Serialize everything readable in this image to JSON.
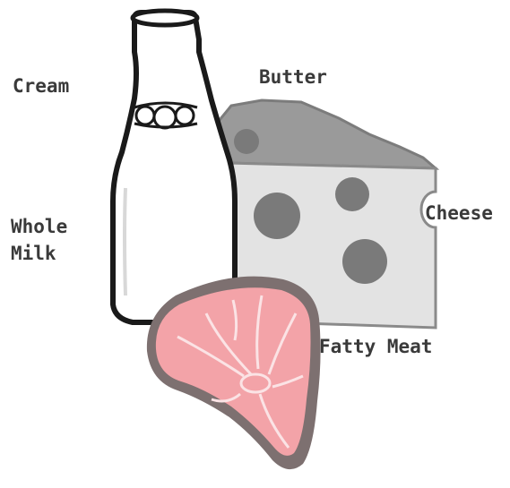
{
  "labels": {
    "cream": "Cream",
    "butter": "Butter",
    "whole_milk_line1": "Whole",
    "whole_milk_line2": "Milk",
    "cheese": "Cheese",
    "fatty_meat": "Fatty Meat"
  },
  "colors": {
    "outline": "#1a1a1a",
    "cheese_face": "#e3e3e3",
    "cheese_top": "#9a9a9a",
    "cheese_holes": "#7a7a7a",
    "meat_fill": "#f3a3a8",
    "meat_border": "#7d7070",
    "meat_veins": "#fbe3e5",
    "label_text": "#3a3a3a"
  },
  "icons": {
    "bottle": "milk-bottle-icon",
    "cheese": "cheese-wedge-icon",
    "meat": "steak-icon"
  }
}
